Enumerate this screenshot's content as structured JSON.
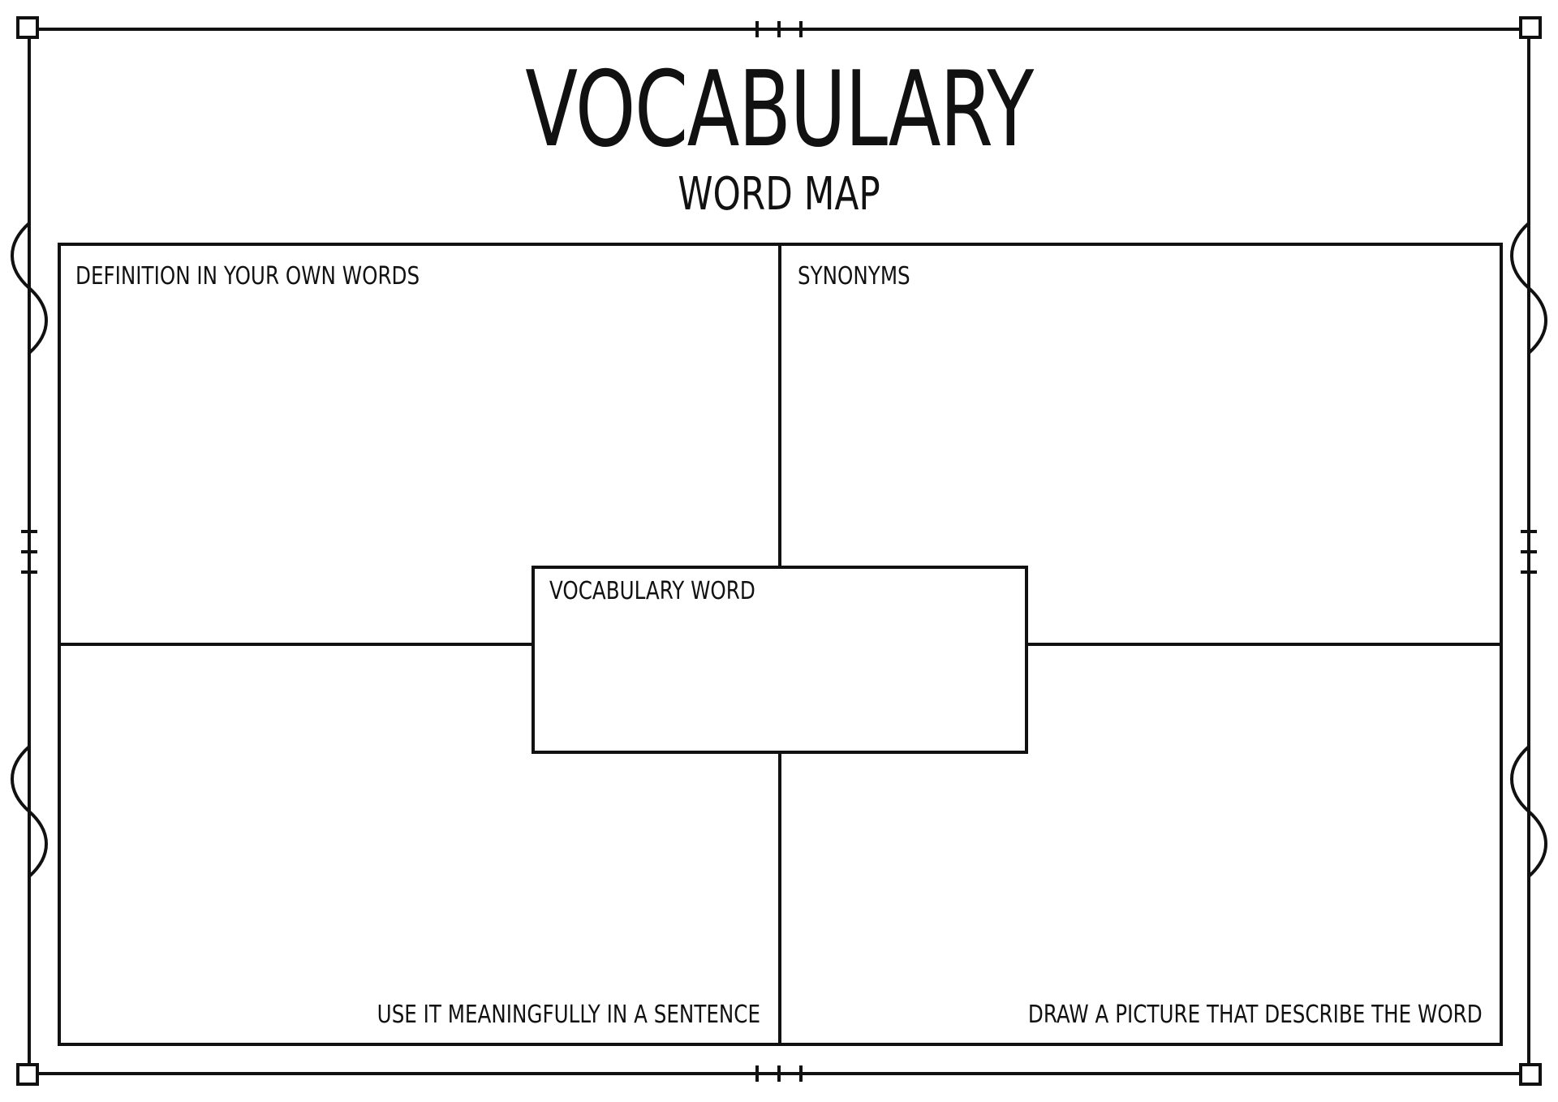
{
  "title": "VOCABULARY",
  "subtitle": "WORD MAP",
  "quadrants": {
    "top_left": "DEFINITION IN YOUR OWN WORDS",
    "top_right": "SYNONYMS",
    "bottom_left": "USE IT MEANINGFULLY IN A SENTENCE",
    "bottom_right": "DRAW A PICTURE THAT DESCRIBE THE WORD"
  },
  "center": "VOCABULARY WORD",
  "colors": {
    "ink": "#111111",
    "paper": "#ffffff"
  }
}
